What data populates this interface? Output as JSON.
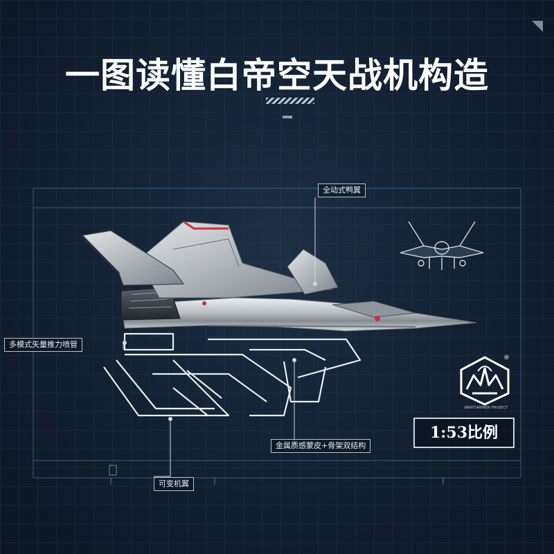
{
  "title": "一图读懂白帝空天战机构造",
  "callouts": {
    "canard": "全动式鸭翼",
    "nozzle": "多模式矢量推力喷管",
    "skin": "金属质感蒙皮+骨架双结构",
    "wing": "可变机翼"
  },
  "scale_label": "1:53比例",
  "logo": {
    "registered_mark": "®",
    "subtitle": "WANTIANMEN PROJECT"
  },
  "colors": {
    "background": "#132235",
    "grid_line": "#2b4562",
    "text": "#ffffff",
    "metal": "#c9cdd1",
    "accent_red": "#c8323a"
  }
}
